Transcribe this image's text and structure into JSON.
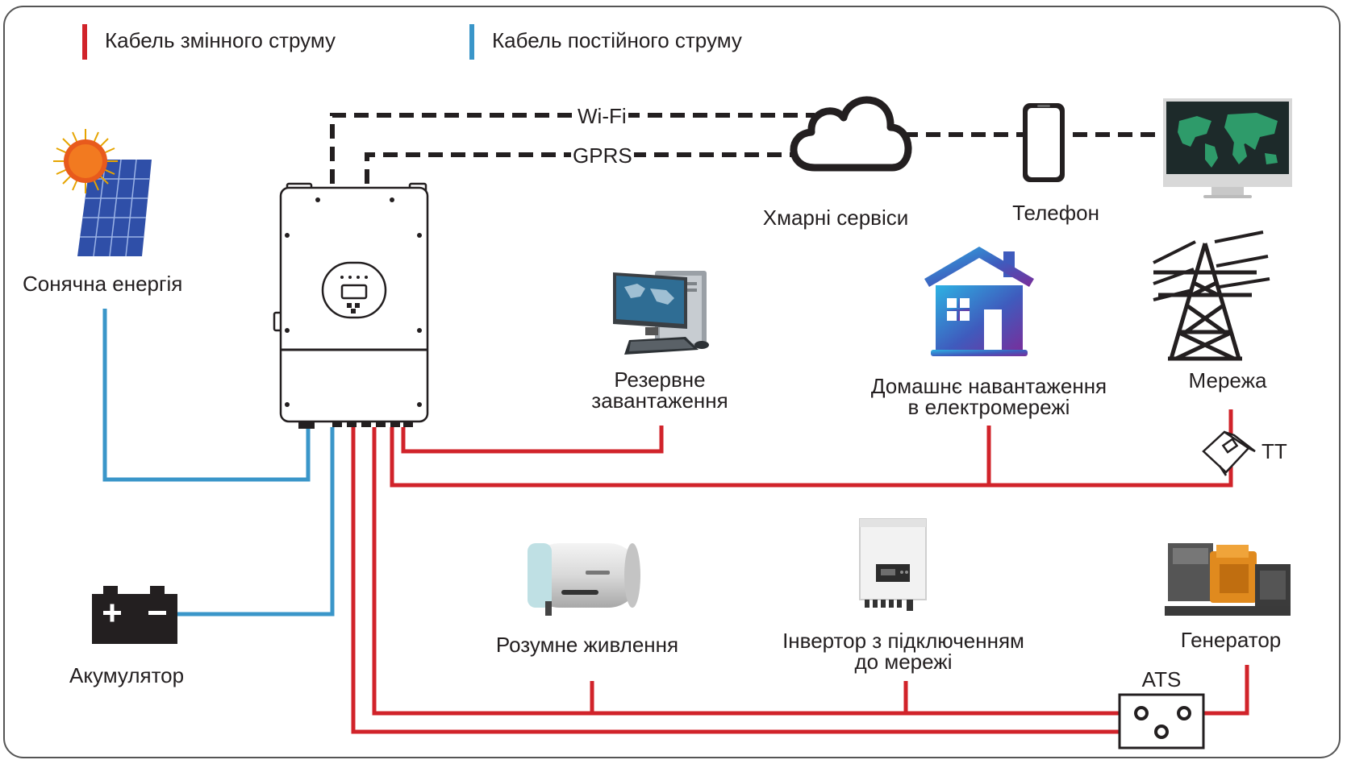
{
  "legend": {
    "ac": {
      "label": "Кабель змінного струму",
      "color": "#d1232a"
    },
    "dc": {
      "label": "Кабель постійного струму",
      "color": "#3a96c9"
    }
  },
  "links": {
    "wifi": "Wi-Fi",
    "gprs": "GPRS"
  },
  "nodes": {
    "solar": "Сонячна енергія",
    "battery": "Акумулятор",
    "cloud": "Хмарні сервіси",
    "phone": "Телефон",
    "backup_load": [
      "Резервне",
      "завантаження"
    ],
    "home_load": [
      "Домашнє навантаження",
      "в електромережі"
    ],
    "grid": "Мережа",
    "ct": "ТТ",
    "smart_load": "Розумне живлення",
    "grid_tie_inverter": [
      "Інвертор з підключенням",
      "до мережі"
    ],
    "generator": "Генератор",
    "ats": "ATS"
  },
  "icons": [
    "solar-panel-icon",
    "battery-icon",
    "cloud-icon",
    "phone-icon",
    "monitor-icon",
    "computer-icon",
    "house-icon",
    "power-tower-icon",
    "ct-clamp-icon",
    "water-heater-icon",
    "grid-tie-inverter-icon",
    "generator-icon",
    "ats-box-icon",
    "hybrid-inverter-icon"
  ]
}
